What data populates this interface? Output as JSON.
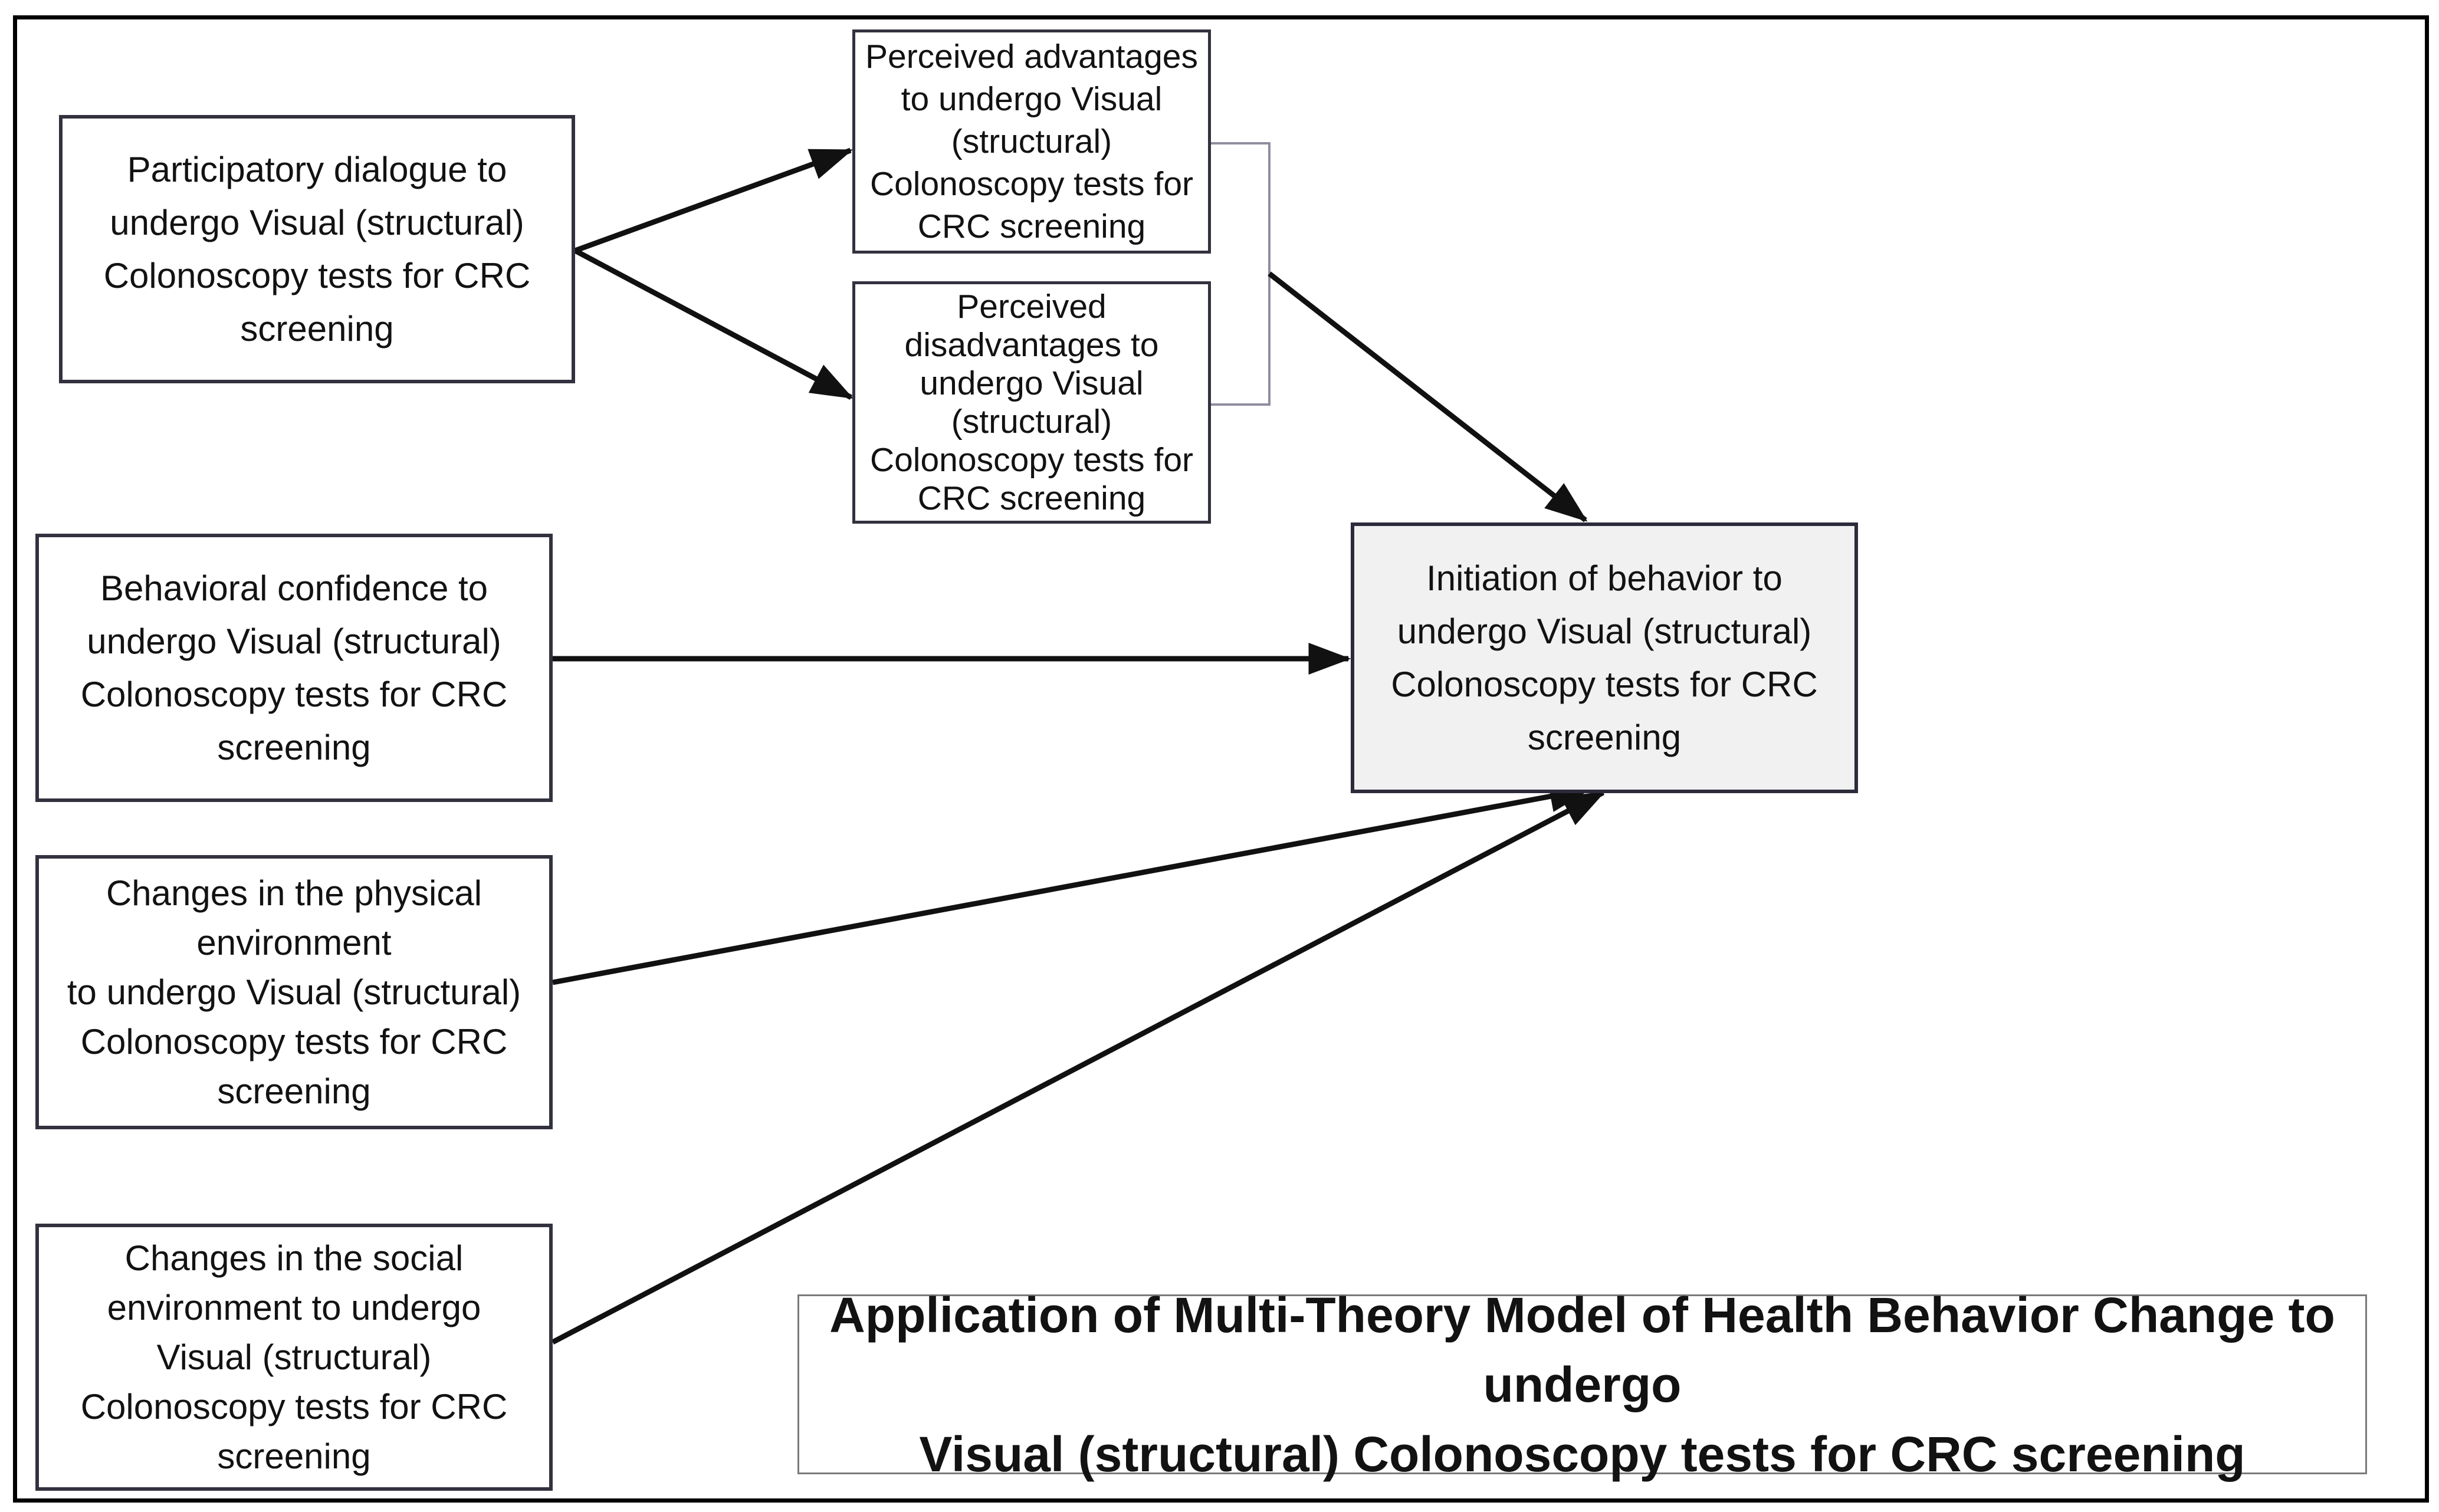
{
  "figure": {
    "type": "flow-diagram",
    "title": "Application of Multi-Theory Model of Health Behavior Change to undergo Visual (structural) Colonoscopy tests for CRC screening"
  },
  "boxes": {
    "participatory": {
      "text": "Participatory dialogue to\nundergo Visual (structural)\nColonoscopy tests for CRC\nscreening"
    },
    "advantages": {
      "text": "Perceived advantages\nto undergo Visual\n(structural)\nColonoscopy tests for\nCRC screening"
    },
    "disadvantages": {
      "text": "Perceived\ndisadvantages to\nundergo Visual\n(structural)\nColonoscopy tests for\nCRC screening"
    },
    "behavioral": {
      "text": "Behavioral confidence to\nundergo Visual (structural)\nColonoscopy tests for CRC\nscreening"
    },
    "physical": {
      "text": "Changes in the physical\nenvironment\nto undergo Visual (structural)\nColonoscopy tests for CRC\nscreening"
    },
    "social": {
      "text": "Changes in the social\nenvironment to undergo\nVisual (structural)\nColonoscopy tests for CRC\nscreening"
    },
    "initiation": {
      "text": "Initiation of behavior to\nundergo Visual (structural)\nColonoscopy tests for CRC\nscreening",
      "fill": "#f1f1f2"
    }
  },
  "caption": {
    "text": "Application of Multi-Theory Model of Health Behavior Change to undergo\nVisual (structural) Colonoscopy tests for CRC screening"
  },
  "edges": [
    {
      "from": "participatory-dialogue",
      "to": "perceived-advantages",
      "style": "arrow"
    },
    {
      "from": "participatory-dialogue",
      "to": "perceived-disadvantages",
      "style": "arrow"
    },
    {
      "from": "perceived-advantages-and-disadvantages-bracket",
      "to": "initiation-of-behavior",
      "style": "arrow"
    },
    {
      "from": "behavioral-confidence",
      "to": "initiation-of-behavior",
      "style": "arrow"
    },
    {
      "from": "changes-physical-environment",
      "to": "initiation-of-behavior",
      "style": "arrow"
    },
    {
      "from": "changes-social-environment",
      "to": "initiation-of-behavior",
      "style": "arrow"
    }
  ],
  "colors": {
    "box_border": "#32323f",
    "initiation_border": "#2b2b3b",
    "initiation_fill": "#f1f1f2",
    "arrow": "#111111",
    "bracket": "#8e8e9e",
    "caption_border": "#7a7a7a",
    "outer_frame": "#000000",
    "background": "#ffffff",
    "text": "#121212"
  }
}
